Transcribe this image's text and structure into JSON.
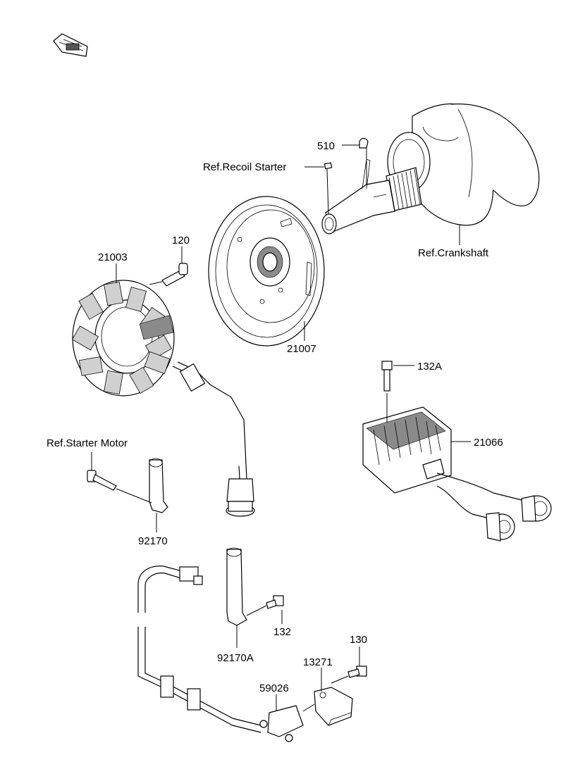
{
  "labels": {
    "p510": "510",
    "recoil_starter": "Ref.Recoil Starter",
    "crankshaft": "Ref.Crankshaft",
    "p120": "120",
    "p21003": "21003",
    "p21007": "21007",
    "p132a": "132A",
    "p21066": "21066",
    "starter_motor": "Ref.Starter Motor",
    "p92170": "92170",
    "p132": "132",
    "p92170a": "92170A",
    "p130": "130",
    "p13271": "13271",
    "p59026": "59026"
  }
}
